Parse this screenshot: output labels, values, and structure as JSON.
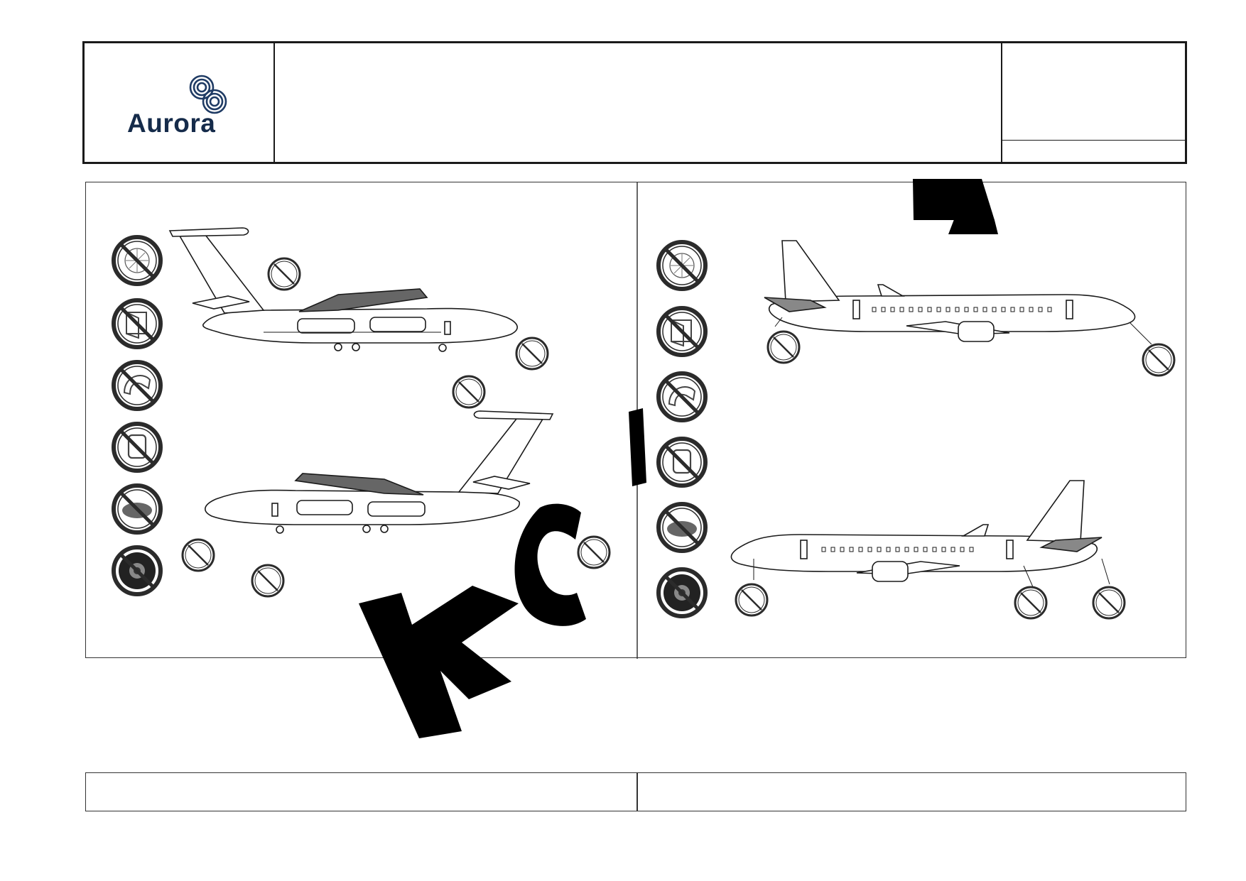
{
  "header": {
    "logo_text": "Aurora",
    "logo_icon": "aurora-rings-logo",
    "title": "",
    "reference": "",
    "reference_sub": ""
  },
  "figure": {
    "left_panel": {
      "aircraft": "four-engine-transport-side-views",
      "legend_icons": [
        "no-propeller-icon",
        "no-door-icon",
        "no-intake-cover-icon",
        "no-window-icon",
        "no-oval-hatch-icon",
        "no-wheel-icon"
      ]
    },
    "right_panel": {
      "aircraft": "twin-engine-regional-jet-side-views",
      "legend_icons": [
        "no-propeller-icon",
        "no-door-icon",
        "no-intake-cover-icon",
        "no-window-icon",
        "no-oval-hatch-icon",
        "no-wheel-icon"
      ]
    },
    "colors": {
      "line": "#1a1a1a",
      "wing_fill": "#555555",
      "watermark": "#000000"
    }
  },
  "footer": {
    "left": "",
    "right": ""
  }
}
